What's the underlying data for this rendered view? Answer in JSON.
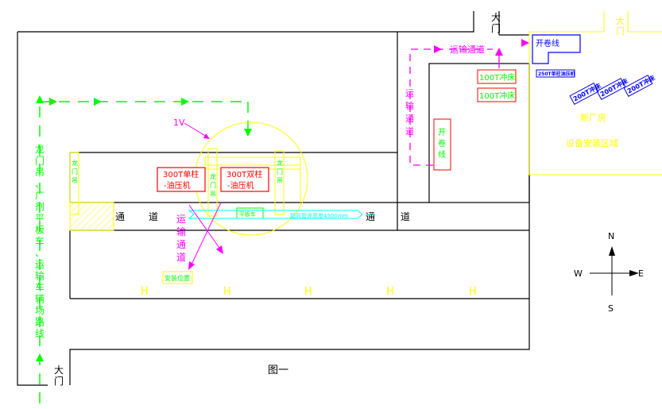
{
  "labels": {
    "gate": "大门",
    "transport_channel": "运输通道",
    "transport_vert": [
      "运",
      "输",
      "通",
      "道"
    ],
    "transport_mag_vert": [
      "运",
      "输",
      "通",
      "道"
    ],
    "left_route_vert": [
      "龙",
      "门",
      "吊",
      "、",
      "广",
      "剂",
      "平",
      "板",
      "车",
      "、",
      "运",
      "输",
      "车",
      "辆",
      "场",
      "路",
      "线"
    ],
    "aisle": "通",
    "aisle2": "道",
    "kaijuan_line": "开卷线",
    "kaijuan_vert": [
      "开",
      "卷",
      "线"
    ],
    "press_100t": "100T冲床",
    "press_250t": "250T单柱油压机",
    "press_200t": "200T冲床",
    "new_plant": "新厂房",
    "equip_area": "设备安装区域",
    "press_300t_single_1": "300T单柱",
    "press_300t_single_2": "-油压机",
    "press_300t_double_1": "300T双柱",
    "press_300t_double_2": "-油压机",
    "gantry_crane_vert": [
      "龙",
      "门",
      "吊"
    ],
    "lv": "1V",
    "cyan_bar": "超风管道高度4500mm",
    "small_green_box": "平板车",
    "install_pos": "安装位置",
    "h": "H",
    "compass_n": "N",
    "compass_s": "S",
    "compass_e": "E",
    "compass_w": "W",
    "figure_caption": "图一"
  },
  "colors": {
    "wall": "#000000",
    "route_green": "#00ff00",
    "transport_magenta": "#ff00ff",
    "annot_yellow": "#ffff00",
    "box_red": "#ff0000",
    "box_blue": "#0000ff",
    "cyan": "#00ffff"
  }
}
